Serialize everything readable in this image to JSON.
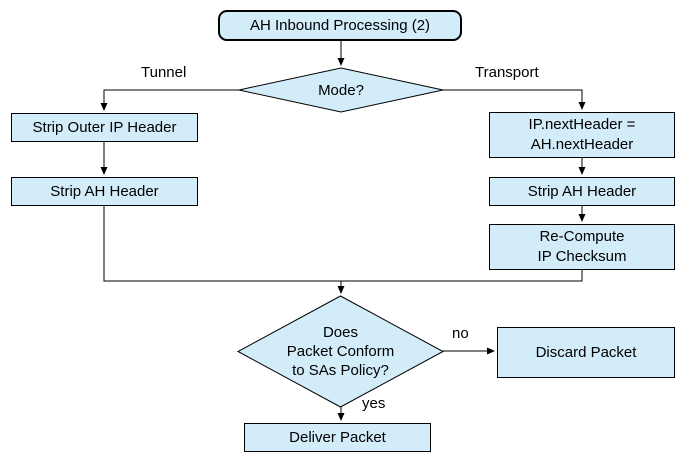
{
  "diagram": {
    "title": "AH Inbound Processing (2)",
    "type": "flowchart",
    "colors": {
      "node_fill": "#d3ecfa",
      "node_border": "#000000",
      "background": "#ffffff",
      "text": "#000000"
    },
    "nodes": {
      "start": {
        "label": "AH Inbound Processing (2)",
        "shape": "rounded-rect"
      },
      "mode": {
        "label": "Mode?",
        "shape": "diamond"
      },
      "strip_outer": {
        "label": "Strip Outer IP Header",
        "shape": "rect"
      },
      "strip_ah_left": {
        "label": "Strip AH Header",
        "shape": "rect"
      },
      "ip_next": {
        "label": "IP.nextHeader =\nAH.nextHeader",
        "shape": "rect"
      },
      "strip_ah_right": {
        "label": "Strip AH Header",
        "shape": "rect"
      },
      "recompute": {
        "label": "Re-Compute\nIP Checksum",
        "shape": "rect"
      },
      "policy": {
        "label": "Does\nPacket Conform\nto SAs Policy?",
        "shape": "diamond"
      },
      "discard": {
        "label": "Discard Packet",
        "shape": "rect"
      },
      "deliver": {
        "label": "Deliver Packet",
        "shape": "rect"
      }
    },
    "edge_labels": {
      "tunnel": "Tunnel",
      "transport": "Transport",
      "no": "no",
      "yes": "yes"
    },
    "edges": [
      "start -> mode",
      "mode -Tunnel-> strip_outer",
      "mode -Transport-> ip_next",
      "strip_outer -> strip_ah_left",
      "ip_next -> strip_ah_right",
      "strip_ah_right -> recompute",
      "strip_ah_left -> policy",
      "recompute -> policy",
      "policy -no-> discard",
      "policy -yes-> deliver"
    ]
  }
}
